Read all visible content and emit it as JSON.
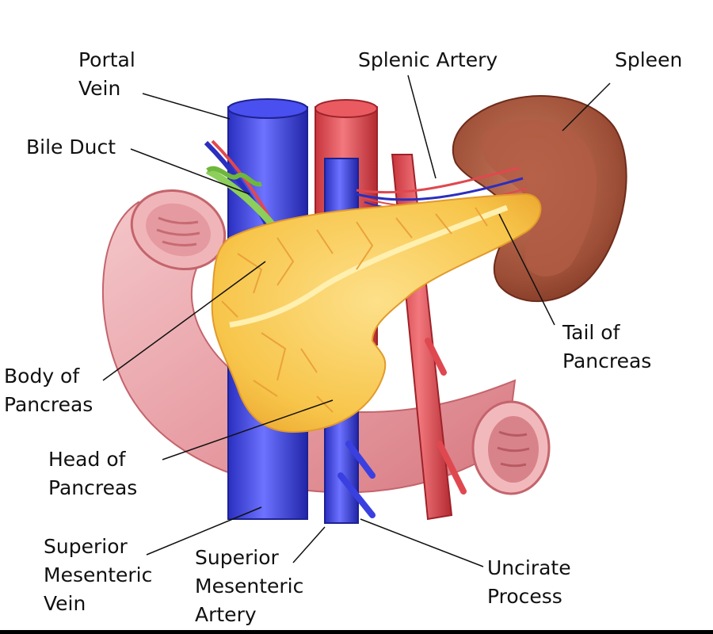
{
  "labels": {
    "portal_vein": [
      "Portal",
      "Vein"
    ],
    "splenic_artery": [
      "Splenic Artery"
    ],
    "spleen": [
      "Spleen"
    ],
    "bile_duct": [
      "Bile Duct"
    ],
    "tail_of_pancreas": [
      "Tail of",
      "Pancreas"
    ],
    "body_of_pancreas": [
      "Body of",
      "Pancreas"
    ],
    "head_of_pancreas": [
      "Head of",
      "Pancreas"
    ],
    "superior_mesenteric_vein": [
      "Superior",
      "Mesenteric",
      "Vein"
    ],
    "superior_mesenteric_artery": [
      "Superior",
      "Mesenteric",
      "Artery"
    ],
    "uncinate_process": [
      "Uncirate",
      "Process"
    ]
  },
  "colors": {
    "vein": "#3a3fe0",
    "artery": "#e0484f",
    "pancreas": "#f7c54a",
    "duodenum": "#e8a3a8",
    "spleen": "#9a4a34",
    "bile_duct": "#8ccf5a",
    "leader_line": "#111111"
  }
}
